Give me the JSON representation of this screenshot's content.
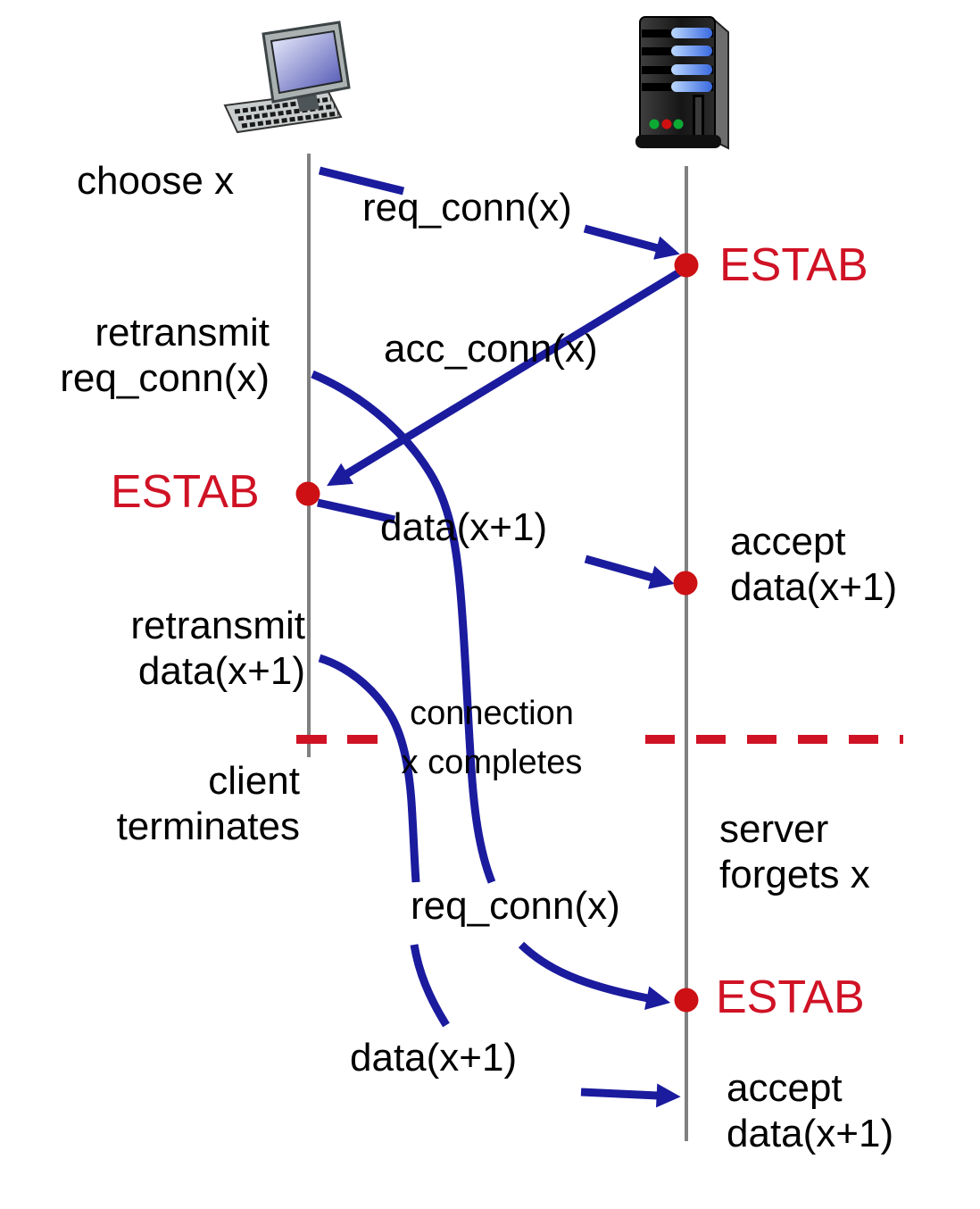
{
  "labels": {
    "choose_x": "choose x",
    "msg_req_conn_1": "req_conn(x)",
    "estab_server_1": "ESTAB",
    "retransmit_req": {
      "line1": "retransmit",
      "line2": "req_conn(x)"
    },
    "msg_acc_conn": "acc_conn(x)",
    "estab_client": "ESTAB",
    "msg_data_1": "data(x+1)",
    "accept_data_1": {
      "line1": "accept",
      "line2": "data(x+1)"
    },
    "retransmit_data": {
      "line1": "retransmit",
      "line2": "data(x+1)"
    },
    "connection_completes": {
      "line1": "connection",
      "line2": "x completes"
    },
    "client_terminates": {
      "line1": "client",
      "line2": "terminates"
    },
    "server_forgets": {
      "line1": "server",
      "line2": "forgets x"
    },
    "msg_req_conn_2": "req_conn(x)",
    "estab_server_2": "ESTAB",
    "msg_data_2": "data(x+1)",
    "accept_data_2": {
      "line1": "accept",
      "line2": "data(x+1)"
    }
  },
  "icons": {
    "client": "desktop-computer-icon",
    "server": "server-tower-icon"
  },
  "colors": {
    "arrow_blue": "#1b1b9e",
    "estab_text_red": "#d01225",
    "dot_red": "#cc1014",
    "dash_red": "#d01225",
    "timeline_gray": "#808080"
  }
}
